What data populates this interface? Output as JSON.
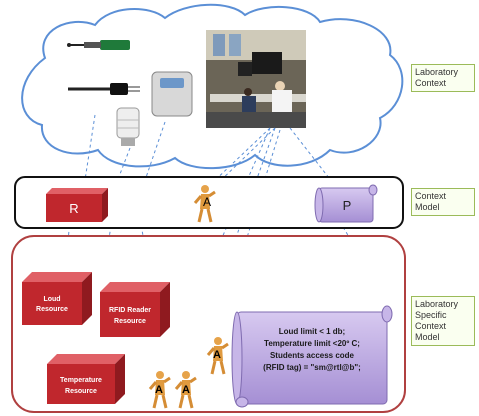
{
  "labels": {
    "laboratory_context": "Laboratory Context",
    "context_model": "Context Model",
    "lab_specific_model": "Laboratory Specific Context Model"
  },
  "context_model": {
    "resource_letter": "R",
    "agent_letter": "A",
    "policy_letter": "P"
  },
  "resources": [
    {
      "line1": "Loud",
      "line2": "Resource"
    },
    {
      "line1": "RFID Reader",
      "line2": "Resource"
    },
    {
      "line1": "Temperature",
      "line2": "Resource"
    }
  ],
  "agents": [
    "A",
    "A",
    "A",
    "A"
  ],
  "policy_scroll": {
    "line1": "Loud limit < 1 db;",
    "line2": "Temperature limit <20º C;",
    "line3": "Students access code",
    "line4": "(RFID tag) = \"sm@rtl@b\";"
  },
  "colors": {
    "resource": "#c0272d",
    "policy": "#b9a4df",
    "label_border": "#9bbb59",
    "lab_border": "#b04040"
  }
}
